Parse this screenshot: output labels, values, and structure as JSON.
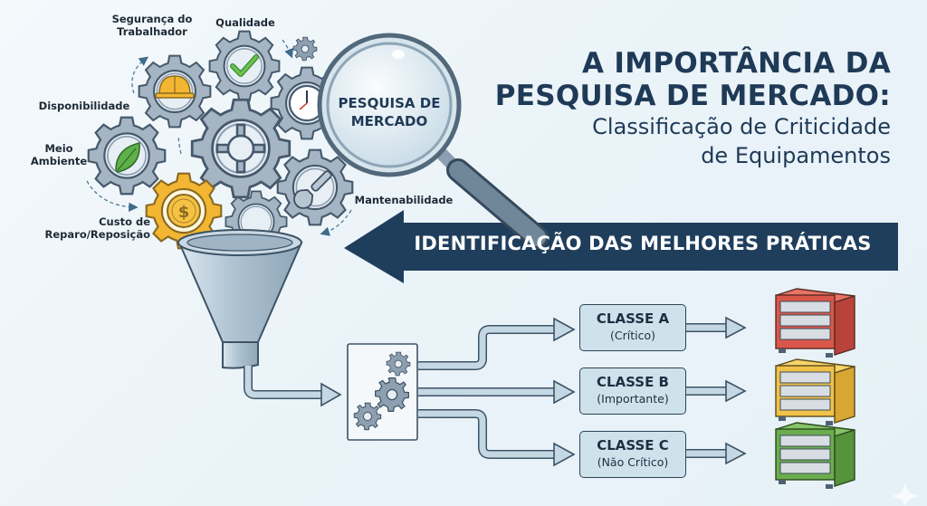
{
  "title": {
    "line1": "A IMPORTÂNCIA DA",
    "line2": "PESQUISA DE MERCADO:",
    "subtitle_line1": "Classificação de Criticidade",
    "subtitle_line2": "de Equipamentos"
  },
  "magnifier": {
    "line1": "PESQUISA DE",
    "line2": "MERCADO"
  },
  "banner": {
    "label": "IDENTIFICAÇÃO DAS MELHORES PRÁTICAS",
    "color": "#1f3e5c"
  },
  "criteria": [
    {
      "id": "seguranca",
      "line1": "Segurança do",
      "line2": "Trabalhador",
      "icon": "hard-hat-icon"
    },
    {
      "id": "qualidade",
      "line1": "Qualidade",
      "line2": "",
      "icon": "checkmark-icon"
    },
    {
      "id": "disponibilidade",
      "line1": "Disponibilidade",
      "line2": "",
      "icon": "clock-icon"
    },
    {
      "id": "meio-ambiente",
      "line1": "Meio",
      "line2": "Ambiente",
      "icon": "leaf-icon"
    },
    {
      "id": "custo",
      "line1": "Custo de",
      "line2": "Reparo/Reposição",
      "icon": "dollar-coin-icon"
    },
    {
      "id": "mantenabilidade",
      "line1": "Mantenabilidade",
      "line2": "",
      "icon": "wrench-icon"
    }
  ],
  "classes": [
    {
      "name": "CLASSE A",
      "desc": "(Crítico)",
      "color": "#d9574a",
      "color_dark": "#b9433a",
      "color_top": "#e87465"
    },
    {
      "name": "CLASSE B",
      "desc": "(Importante)",
      "color": "#f0c24a",
      "color_dark": "#d8a632",
      "color_top": "#f6d46c"
    },
    {
      "name": "CLASSE C",
      "desc": "(Não Crítico)",
      "color": "#6bad4e",
      "color_dark": "#55933c",
      "color_top": "#86c266"
    }
  ],
  "colors": {
    "navy": "#1f3a57",
    "gear": "#9aabbb",
    "gear_stroke": "#4a5d70",
    "gold": "#f2b632",
    "pipe": "#bcd3e0"
  }
}
